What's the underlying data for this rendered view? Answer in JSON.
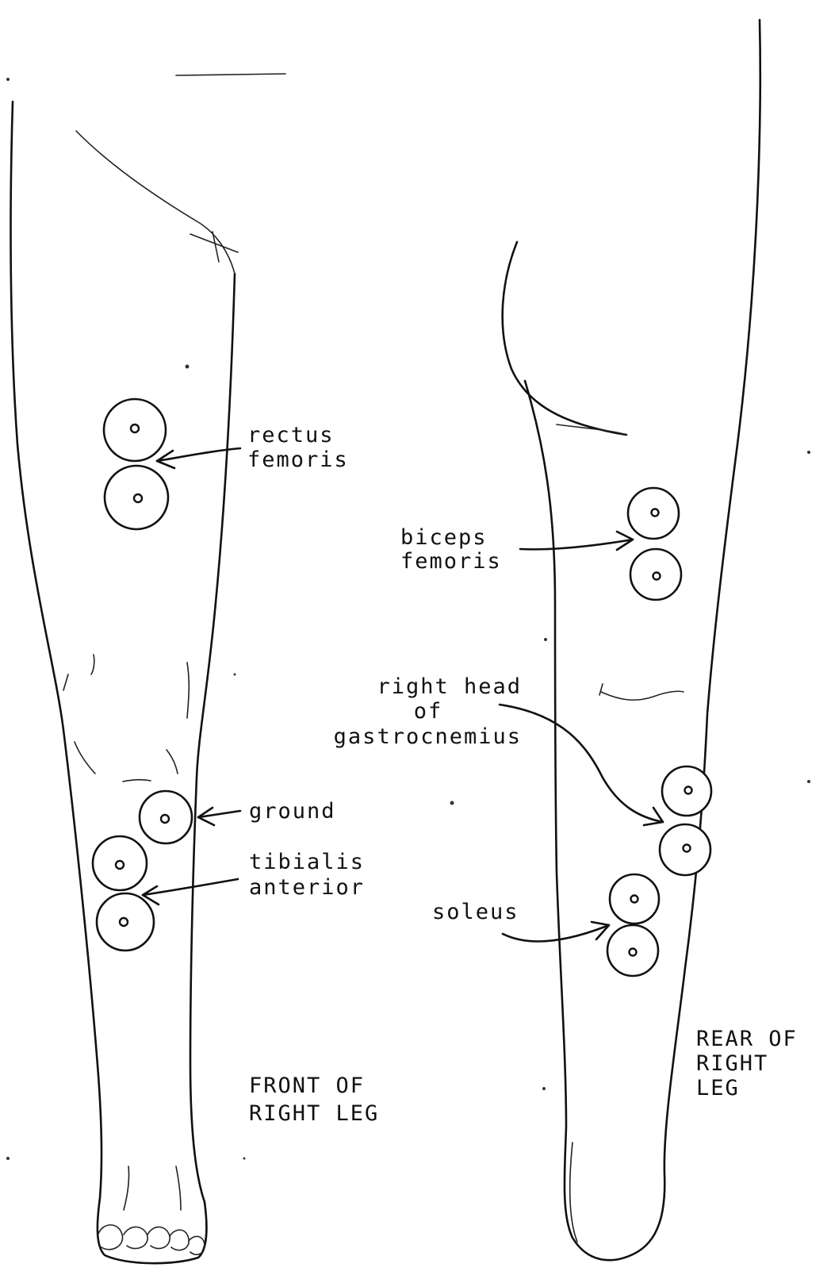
{
  "front_leg": {
    "caption": [
      "FRONT OF",
      "RIGHT LEG"
    ],
    "muscles": [
      {
        "id": "rectus-femoris",
        "label": [
          "rectus",
          "femoris"
        ]
      },
      {
        "id": "ground",
        "label": [
          "ground"
        ]
      },
      {
        "id": "tibialis-anterior",
        "label": [
          "tibialis",
          "anterior"
        ]
      }
    ]
  },
  "rear_leg": {
    "caption": [
      "REAR OF",
      "RIGHT",
      "LEG"
    ],
    "muscles": [
      {
        "id": "biceps-femoris",
        "label": [
          "biceps",
          "femoris"
        ]
      },
      {
        "id": "right-head-of-gastrocnemius",
        "label": [
          "right head",
          "of",
          "gastrocnemius"
        ]
      },
      {
        "id": "soleus",
        "label": [
          "soleus"
        ]
      }
    ]
  },
  "colors": {
    "ink": "#111111",
    "paper": "#ffffff"
  }
}
